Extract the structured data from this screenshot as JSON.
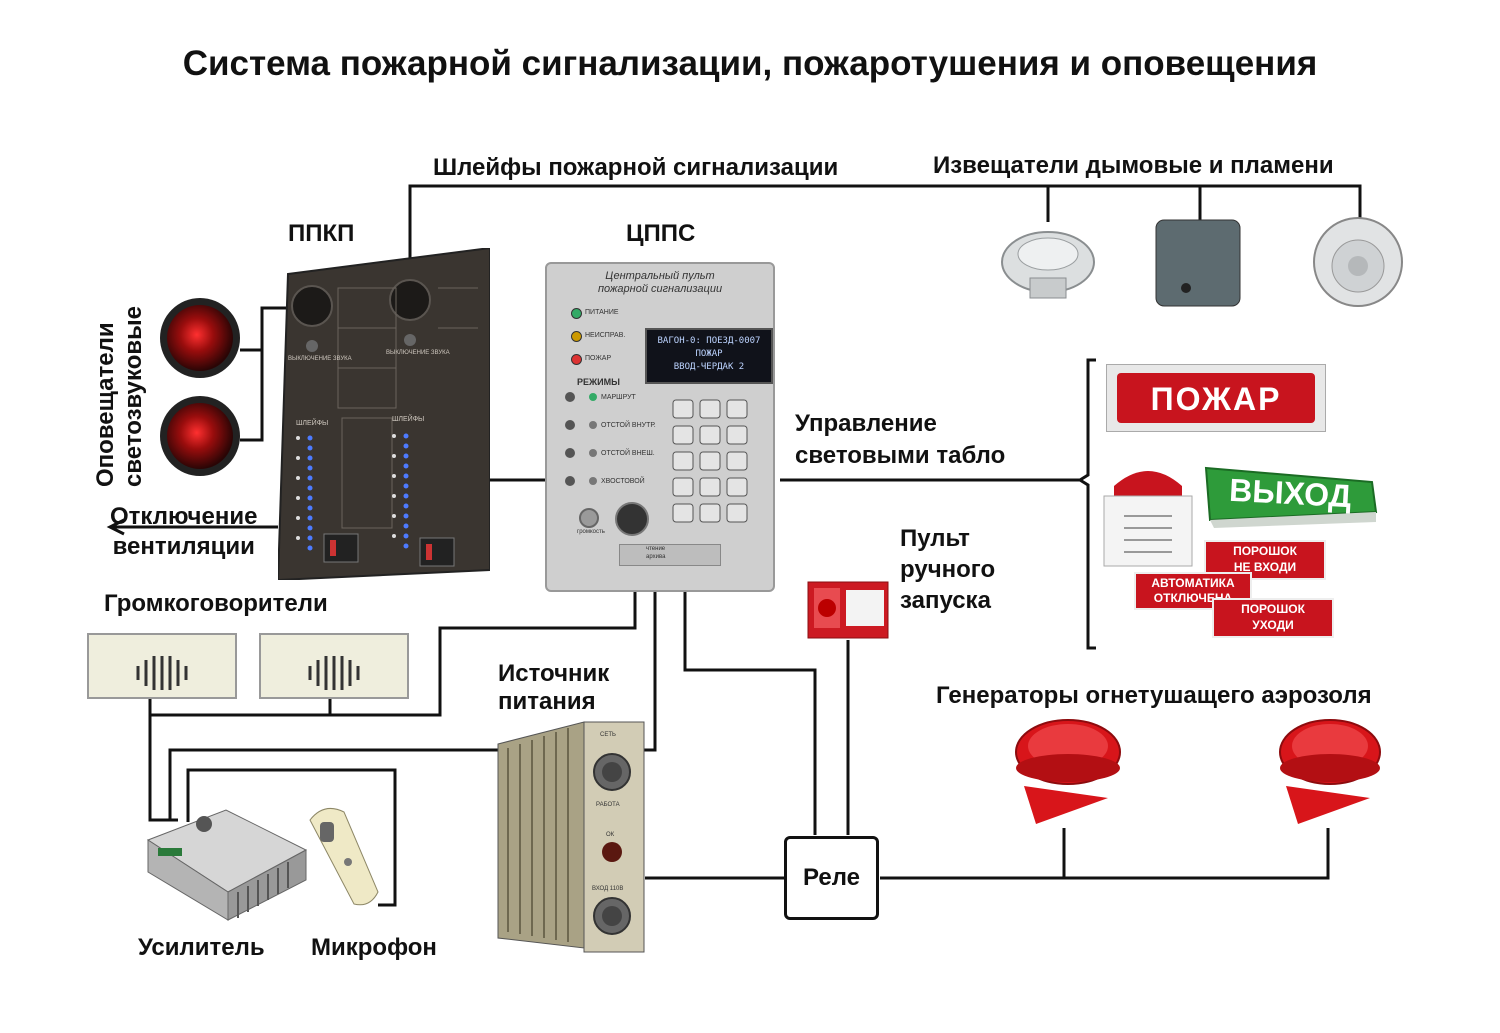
{
  "title": "Система пожарной сигнализации, пожаротушения и оповещения",
  "labels": {
    "loops": "Шлейфы пожарной сигнализации",
    "detectors": "Извещатели дымовые и пламени",
    "ppkp": "ППКП",
    "cpps": "ЦППС",
    "notifiers_line1": "Оповещатели",
    "notifiers_line2": "светозвуковые",
    "ventilation_line1": "Отключение",
    "ventilation_line2": "вентиляции",
    "speakers": "Громкоговорители",
    "lightboards_line1": "Управление",
    "lightboards_line2": "световыми табло",
    "manual_line1": "Пульт",
    "manual_line2": "ручного",
    "manual_line3": "запуска",
    "power_line1": "Источник",
    "power_line2": "питания",
    "generators": "Генераторы огнетушащего аэрозоля",
    "relay": "Реле",
    "amplifier": "Усилитель",
    "microphone": "Микрофон"
  },
  "console": {
    "heading_line1": "Центральный пульт",
    "heading_line2": "пожарной сигнализации",
    "indicators": [
      "ПИТАНИЕ",
      "НЕИСПРАВ.",
      "ПОЖАР"
    ],
    "modes_title": "РЕЖИМЫ",
    "modes": [
      "МАРШРУТ",
      "ОТСТОЙ ВНУТР.",
      "ОТСТОЙ ВНЕШ.",
      "ХВОСТОВОЙ"
    ],
    "display": [
      "ВАГОН-0: ПОЕЗД-0007",
      "ПОЖАР",
      "ВВОД-ЧЕРДАК 2"
    ],
    "volume": "громкость",
    "archive_line1": "чтение",
    "archive_line2": "архива"
  },
  "ppkp_panel": {
    "mute_label": "ВЫКЛЮЧЕНИЕ ЗВУКА",
    "loops_label": "ШЛЕЙФЫ"
  },
  "signs": {
    "fire": "ПОЖАР",
    "exit": "ВЫХОД",
    "powder_no_enter_1": "ПОРОШОК",
    "powder_no_enter_2": "НЕ ВХОДИ",
    "auto_off_1": "АВТОМАТИКА",
    "auto_off_2": "ОТКЛЮЧЕНА",
    "powder_leave_1": "ПОРОШОК",
    "powder_leave_2": "УХОДИ"
  },
  "power_unit": {
    "labels": [
      "СЕТЬ",
      "РАБОТА",
      "ОК",
      "ВХОД 110В"
    ]
  },
  "colors": {
    "wire": "#111111",
    "sign_red": "#c8141e",
    "exit_green": "#2e9b3a",
    "panel_dark": "#3a3530",
    "console_grey": "#cfcfcf",
    "generator_red": "#d8151a"
  }
}
